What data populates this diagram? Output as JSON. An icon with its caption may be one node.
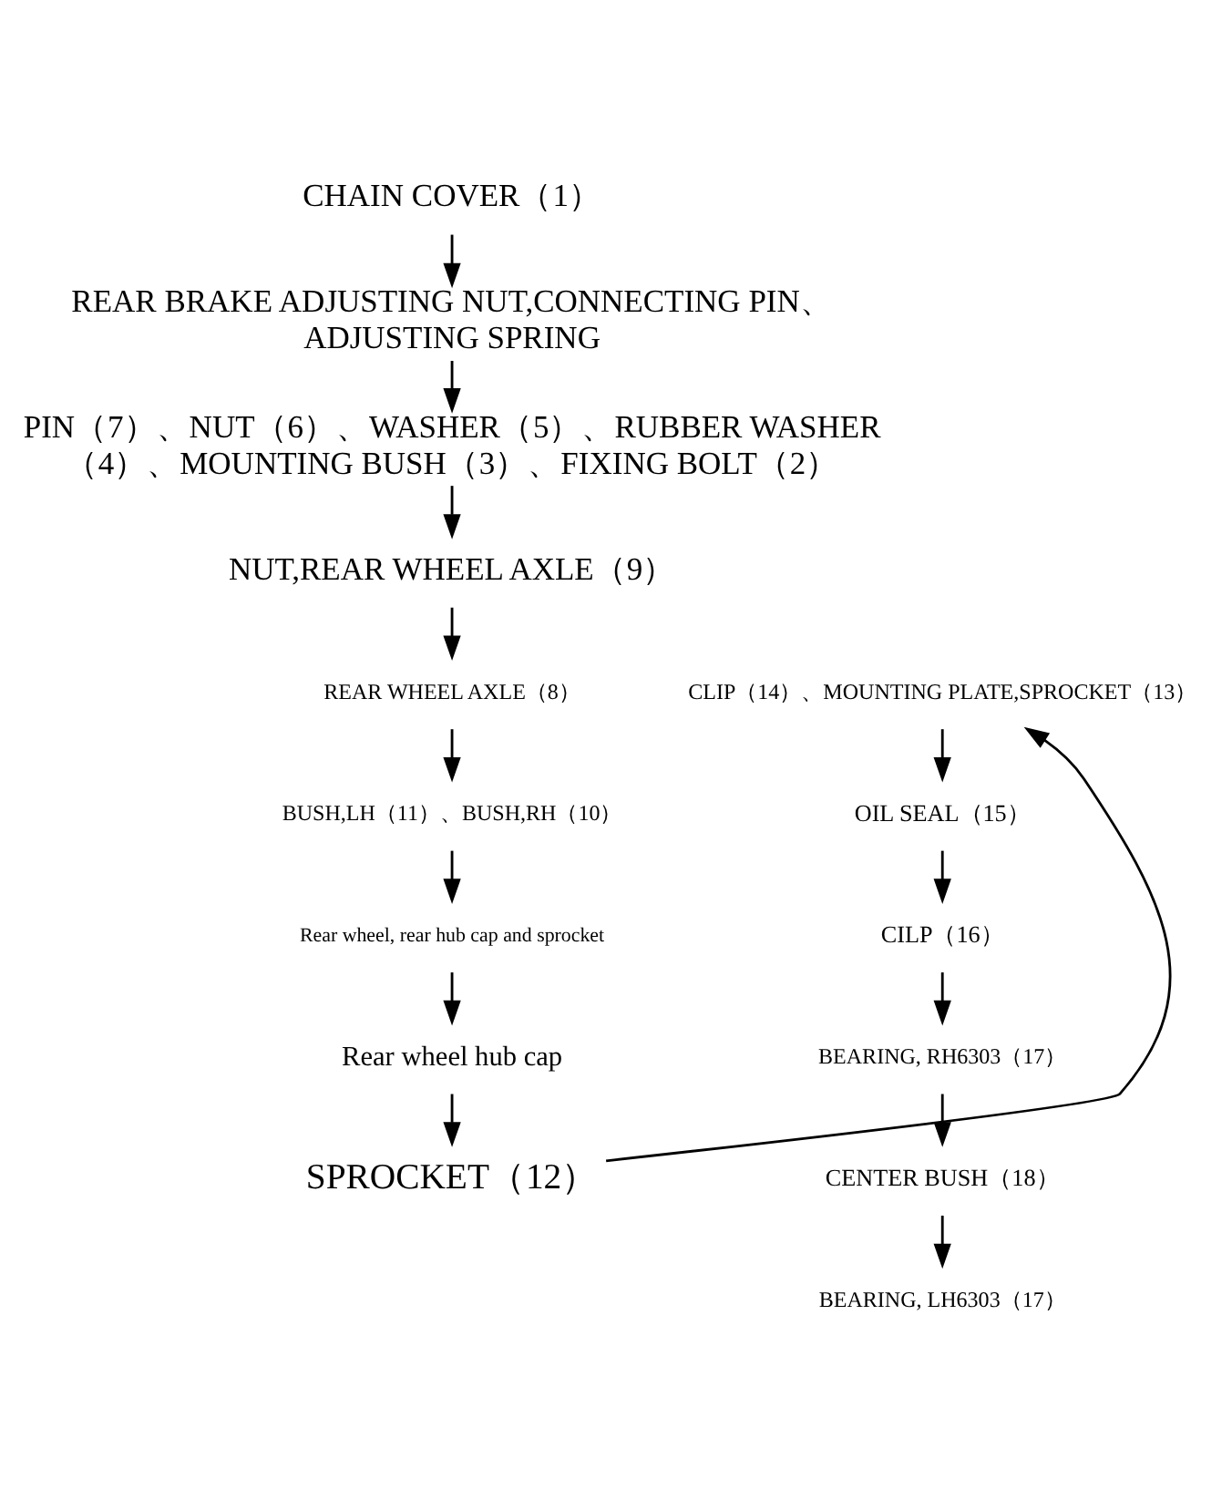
{
  "diagram": {
    "nodes": [
      {
        "text": [
          "CHAIN COVER（1）"
        ]
      },
      {
        "text": [
          "REAR BRAKE ADJUSTING NUT,CONNECTING PIN、 ADJUSTING SPRING"
        ]
      },
      {
        "text": [
          "PIN（7）、NUT（6）、WASHER（5）、RUBBER WASHER （4）、MOUNTING BUSH（3）、FIXING BOLT（2）"
        ]
      },
      {
        "text": [
          "NUT,REAR WHEEL AXLE（9）"
        ]
      },
      {
        "text": [
          "REAR WHEEL AXLE（8）"
        ]
      },
      {
        "text": [
          "CLIP（14）、MOUNTING PLATE,SPROCKET（13）"
        ]
      },
      {
        "text": [
          "BUSH,LH（11）、BUSH,RH（10）"
        ]
      },
      {
        "text": [
          "OIL SEAL（15）"
        ]
      },
      {
        "text": [
          "Rear wheel, rear hub cap and sprocket"
        ]
      },
      {
        "text": [
          "CILP（16）"
        ]
      },
      {
        "text": [
          "Rear wheel hub cap"
        ]
      },
      {
        "text": [
          "BEARING, RH6303（17）"
        ]
      },
      {
        "text": [
          "SPROCKET（12）"
        ]
      },
      {
        "text": [
          "CENTER BUSH（18）"
        ]
      },
      {
        "text": [
          "BEARING, LH6303（17）"
        ]
      }
    ],
    "edges": [
      {
        "from": 0,
        "to": 1,
        "arrow": "to"
      },
      {
        "from": 1,
        "to": 2,
        "arrow": "to"
      },
      {
        "from": 2,
        "to": 3,
        "arrow": "to"
      },
      {
        "from": 3,
        "to": 4,
        "arrow": "to"
      },
      {
        "from": 4,
        "to": 6,
        "arrow": "to"
      },
      {
        "from": 6,
        "to": 8,
        "arrow": "to"
      },
      {
        "from": 8,
        "to": 10,
        "arrow": "to"
      },
      {
        "from": 10,
        "to": 12,
        "arrow": "to"
      },
      {
        "from": 12,
        "to": 5,
        "arrow": "to"
      },
      {
        "from": 5,
        "to": 7,
        "arrow": "to"
      },
      {
        "from": 7,
        "to": 9,
        "arrow": "to"
      },
      {
        "from": 9,
        "to": 11,
        "arrow": "to"
      },
      {
        "from": 11,
        "to": 13,
        "arrow": "to"
      },
      {
        "from": 13,
        "to": 14,
        "arrow": "to"
      }
    ]
  }
}
